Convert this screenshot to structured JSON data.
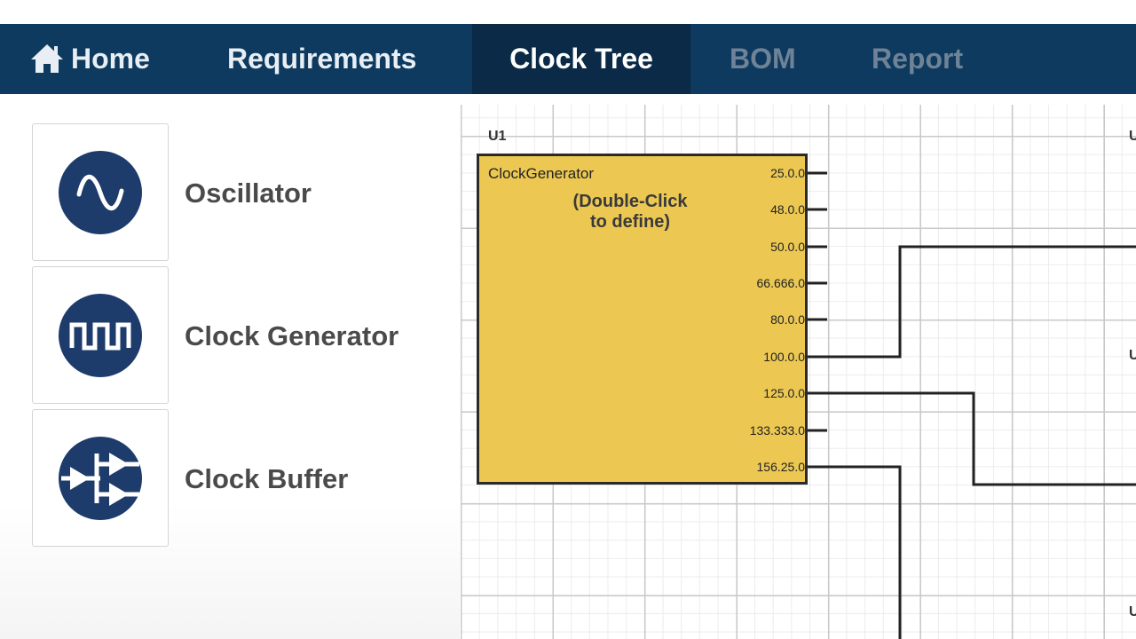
{
  "nav": {
    "items": [
      {
        "label": "Home",
        "icon": "home-icon",
        "state": "normal"
      },
      {
        "label": "Requirements",
        "state": "normal"
      },
      {
        "label": "Clock Tree",
        "state": "active"
      },
      {
        "label": "BOM",
        "state": "disabled"
      },
      {
        "label": "Report",
        "state": "disabled"
      }
    ]
  },
  "palette": {
    "items": [
      {
        "label": "Oscillator",
        "icon": "sine-wave-icon"
      },
      {
        "label": "Clock Generator",
        "icon": "square-wave-icon"
      },
      {
        "label": "Clock Buffer",
        "icon": "buffer-icon"
      }
    ]
  },
  "canvas": {
    "component": {
      "ref": "U1",
      "title": "ClockGenerator",
      "hint_line1": "(Double-Click",
      "hint_line2": "to define)",
      "pins": [
        "25.0.0",
        "48.0.0",
        "50.0.0",
        "66.666.0",
        "80.0.0",
        "100.0.0",
        "125.0.0",
        "133.333.0",
        "156.25.0"
      ]
    },
    "right_refs": [
      "U",
      "U",
      "U"
    ]
  },
  "colors": {
    "nav_bg": "#0d3a5e",
    "nav_active_bg": "#0a2a47",
    "icon_circle": "#1d3b6b",
    "block_fill": "#ecc853"
  }
}
